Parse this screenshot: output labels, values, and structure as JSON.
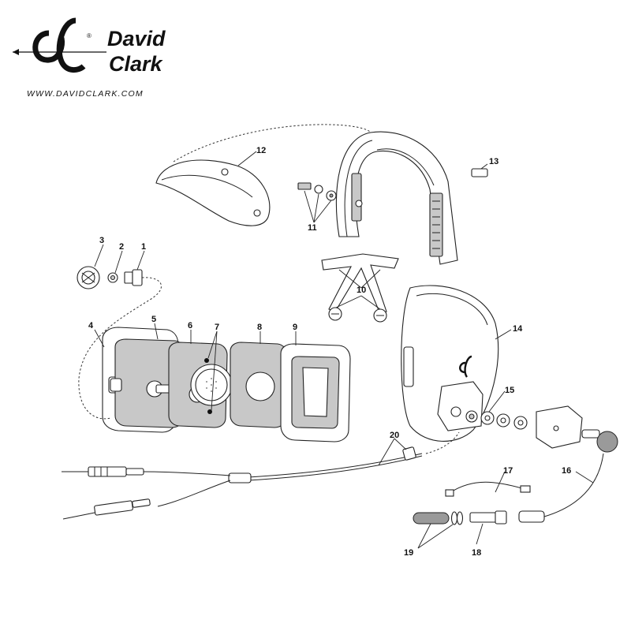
{
  "brand": {
    "name_line1": "David",
    "name_line2": "Clark",
    "url": "WWW.DAVIDCLARK.COM",
    "registered_mark": "®"
  },
  "callouts": [
    {
      "id": "1",
      "label": "1"
    },
    {
      "id": "2",
      "label": "2"
    },
    {
      "id": "3",
      "label": "3"
    },
    {
      "id": "4",
      "label": "4"
    },
    {
      "id": "5",
      "label": "5"
    },
    {
      "id": "6",
      "label": "6"
    },
    {
      "id": "7",
      "label": "7"
    },
    {
      "id": "8",
      "label": "8"
    },
    {
      "id": "9",
      "label": "9"
    },
    {
      "id": "10",
      "label": "10"
    },
    {
      "id": "11",
      "label": "11"
    },
    {
      "id": "12",
      "label": "12"
    },
    {
      "id": "13",
      "label": "13"
    },
    {
      "id": "14",
      "label": "14"
    },
    {
      "id": "15",
      "label": "15"
    },
    {
      "id": "16",
      "label": "16"
    },
    {
      "id": "17",
      "label": "17"
    },
    {
      "id": "18",
      "label": "18"
    },
    {
      "id": "19",
      "label": "19"
    },
    {
      "id": "20",
      "label": "20"
    }
  ],
  "colors": {
    "ink": "#222222",
    "pad_fill": "#c8c8c8",
    "background": "#ffffff"
  },
  "icons": [
    "david-clark-logo-icon"
  ]
}
